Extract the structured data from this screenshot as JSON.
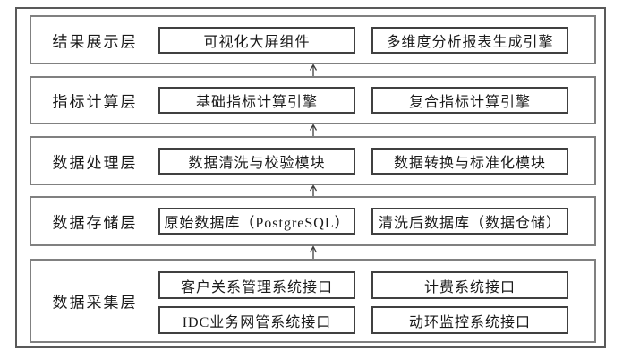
{
  "diagram": {
    "layers": [
      {
        "label": "结果展示层",
        "boxes": [
          "可视化大屏组件",
          "多维度分析报表生成引擎"
        ]
      },
      {
        "label": "指标计算层",
        "boxes": [
          "基础指标计算引擎",
          "复合指标计算引擎"
        ]
      },
      {
        "label": "数据处理层",
        "boxes": [
          "数据清洗与校验模块",
          "数据转换与标准化模块"
        ]
      },
      {
        "label": "数据存储层",
        "boxes": [
          "原始数据库（PostgreSQL）",
          "清洗后数据库（数据仓储）"
        ]
      },
      {
        "label": "数据采集层",
        "boxes": [
          "客户关系管理系统接口",
          "计费系统接口",
          "IDC业务网管系统接口",
          "动环监控系统接口"
        ]
      }
    ],
    "arrows": {
      "glyph": "↑",
      "direction": "up",
      "count": 4
    },
    "colors": {
      "background": "#ffffff",
      "outer_border": "#595959",
      "layer_border": "#808080",
      "box_border": "#404040",
      "arrow": "#404040",
      "text": "#1a1a1a"
    }
  }
}
